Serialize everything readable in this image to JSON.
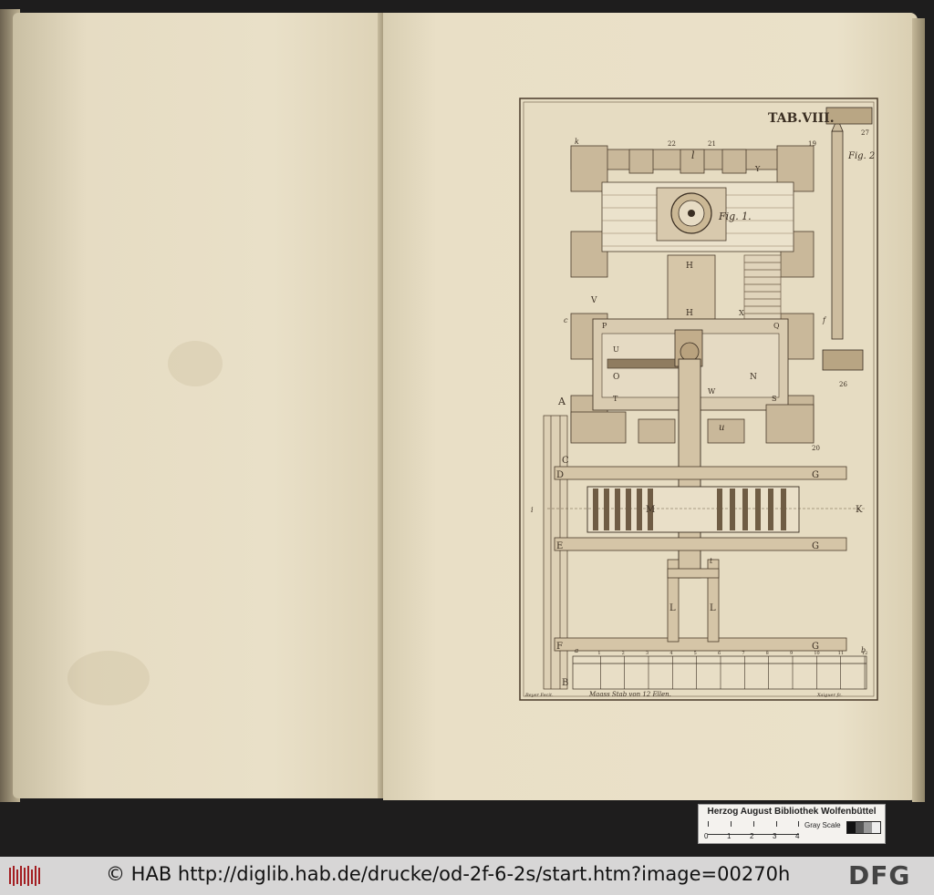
{
  "plate": {
    "title": "TAB.VIII.",
    "fig1": "Fig. 1.",
    "fig2": "Fig. 2",
    "scale_caption": "Maass Stab von 12 Ellen.",
    "engraver_left": "Beyer Fecit.",
    "engraver_right": "Xaiguer fc.",
    "scale_numbers": [
      "1",
      "2",
      "3",
      "4",
      "5",
      "6",
      "7",
      "8",
      "9",
      "10",
      "11",
      "12"
    ],
    "letters": {
      "A": "A",
      "B": "B",
      "C": "C",
      "D": "D",
      "E": "E",
      "F": "F",
      "G1": "G",
      "G2": "G",
      "G3": "G",
      "H1": "H",
      "H2": "H",
      "M": "M",
      "K": "K",
      "L1": "L",
      "L2": "L",
      "N": "N",
      "O": "O",
      "P": "P",
      "Q": "Q",
      "S": "S",
      "T": "T",
      "U": "U",
      "V": "V",
      "W": "W",
      "X": "X",
      "Y": "Y",
      "l": "l",
      "u": "u",
      "i": "i",
      "k": "k",
      "c": "c",
      "f": "f",
      "b": "b",
      "a": "a",
      "t": "t",
      "n22": "22",
      "n21": "21",
      "n19": "19",
      "n20": "20",
      "n26": "26",
      "n27": "27"
    }
  },
  "library_label": {
    "name": "Herzog August Bibliothek Wolfenbüttel",
    "gray_scale": "Gray Scale",
    "ruler_ticks": [
      "0",
      "1",
      "2",
      "3",
      "4"
    ],
    "swatch_colors": [
      "#111111",
      "#555555",
      "#999999",
      "#eeeeee"
    ]
  },
  "footer": {
    "copyright": "© HAB http://diglib.hab.de/drucke/od-2f-6-2s/start.htm?image=00270h",
    "logo": "DFG",
    "hab_icon": "hab-barcode-logo-icon"
  },
  "colors": {
    "ink": "#3a2e22",
    "paper": "#e8dec5",
    "footer_bg": "#d7d6d6",
    "background": "#1e1d1d"
  }
}
